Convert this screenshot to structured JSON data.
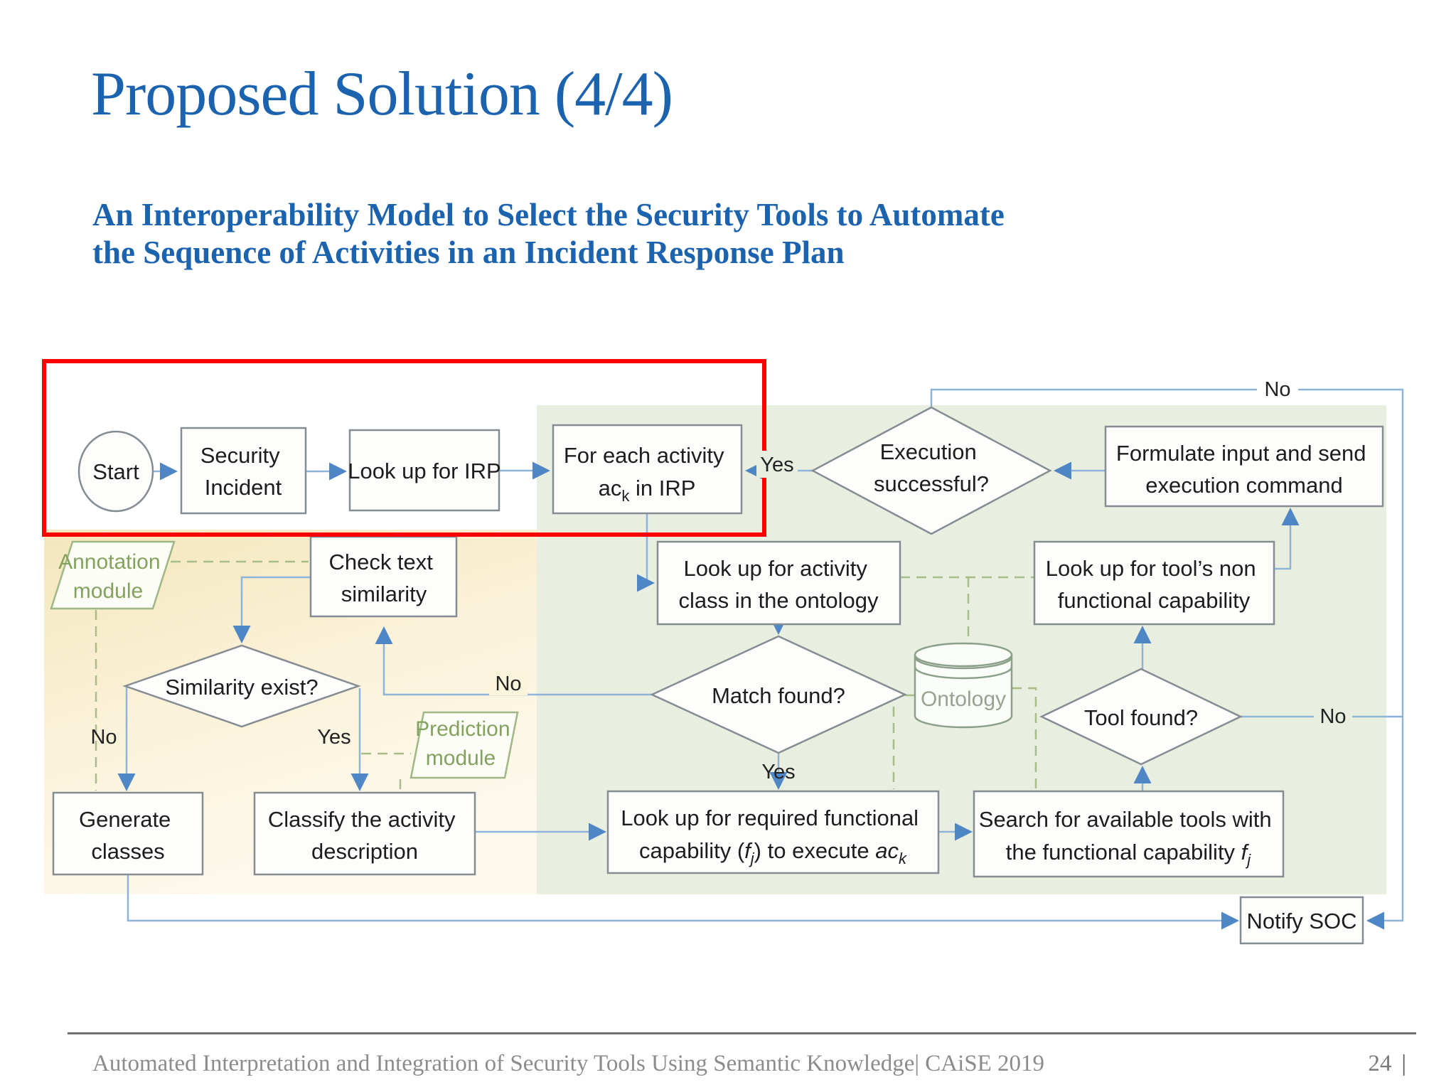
{
  "slide": {
    "title": "Proposed Solution (4/4)",
    "subtitle_line1": "An Interoperability Model to Select the Security Tools to Automate",
    "subtitle_line2": "the Sequence of Activities in an Incident Response Plan"
  },
  "footer": {
    "text": "Automated Interpretation and Integration of Security Tools Using Semantic Knowledge| CAiSE 2019",
    "page_number": "24",
    "separator": "|"
  },
  "colors": {
    "accent": "#1b63ae",
    "highlight": "#ff0000",
    "connector": "#8fb4d9",
    "arrowhead": "#4f86c6",
    "module_green": "#a9bd8a",
    "cream_bg": "#f7edcb",
    "green_bg": "#e8efe0"
  },
  "flowchart": {
    "nodes": {
      "start": "Start",
      "security_line1": "Security",
      "security_line2": "Incident",
      "lookup_irp": "Look up for IRP",
      "foreach_line1": "For each activity",
      "foreach_ac": "ac",
      "foreach_k": "k",
      "foreach_post": " in IRP",
      "exec_line1": "Execution",
      "exec_line2": "successful?",
      "formulate_line1": "Formulate input and send",
      "formulate_line2": "execution command",
      "check_line1": "Check text",
      "check_line2": "similarity",
      "class_line1": "Look up for activity",
      "class_line2": "class in the ontology",
      "non_line1": "Look up for tool’s non",
      "non_line2": "functional capability",
      "annotation_line1": "Annotation",
      "annotation_line2": "module",
      "prediction_line1": "Prediction",
      "prediction_line2": "module",
      "similarity": "Similarity exist?",
      "match": "Match found?",
      "ontology": "Ontology",
      "tool": "Tool found?",
      "generate_line1": "Generate",
      "generate_line2": "classes",
      "classify_line1": "Classify the activity",
      "classify_line2": "description",
      "required_line1": "Look up for required functional",
      "required_p1": "capability (",
      "required_f": "f",
      "required_j": "j",
      "required_p2": ") to execute ",
      "required_ac": "ac",
      "required_k": "k",
      "search_line1": "Search for available tools with",
      "search_p1": "the functional capability ",
      "search_f": "f",
      "search_j": "j",
      "notify": "Notify SOC"
    },
    "labels": {
      "yes_exec": "Yes",
      "no_top": "No",
      "no_match": "No",
      "yes_match": "Yes",
      "no_sim": "No",
      "yes_sim": "Yes",
      "no_tool": "No"
    }
  }
}
